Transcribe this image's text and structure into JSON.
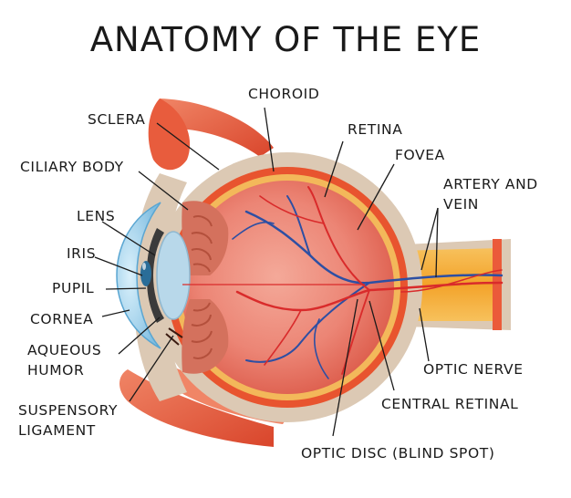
{
  "title": "ANATOMY OF THE EYE",
  "labels": {
    "sclera": "SCLERA",
    "choroid": "CHOROID",
    "ciliary_body": "CILIARY BODY",
    "retina": "RETINA",
    "fovea": "FOVEA",
    "lens": "LENS",
    "artery_vein_1": "ARTERY AND",
    "artery_vein_2": "VEIN",
    "iris": "IRIS",
    "pupil": "PUPIL",
    "cornea": "CORNEA",
    "aqueous_1": "AQUEOUS",
    "aqueous_2": "HUMOR",
    "optic_nerve": "OPTIC NERVE",
    "suspensory_1": "SUSPENSORY",
    "suspensory_2": "LIGAMENT",
    "central_retinal": "CENTRAL RETINAL",
    "optic_disc": "OPTIC DISC (BLIND SPOT)"
  },
  "colors": {
    "sclera": "#dcc9b4",
    "choroid": "#e8542f",
    "retina": "#f3b85a",
    "vitreous": "#e97c6e",
    "muscle": "#ea6a4a",
    "nerve": "#f5a623",
    "artery": "#d92b2b",
    "vein": "#2d4fa3",
    "cornea": "#8fcbe8"
  }
}
